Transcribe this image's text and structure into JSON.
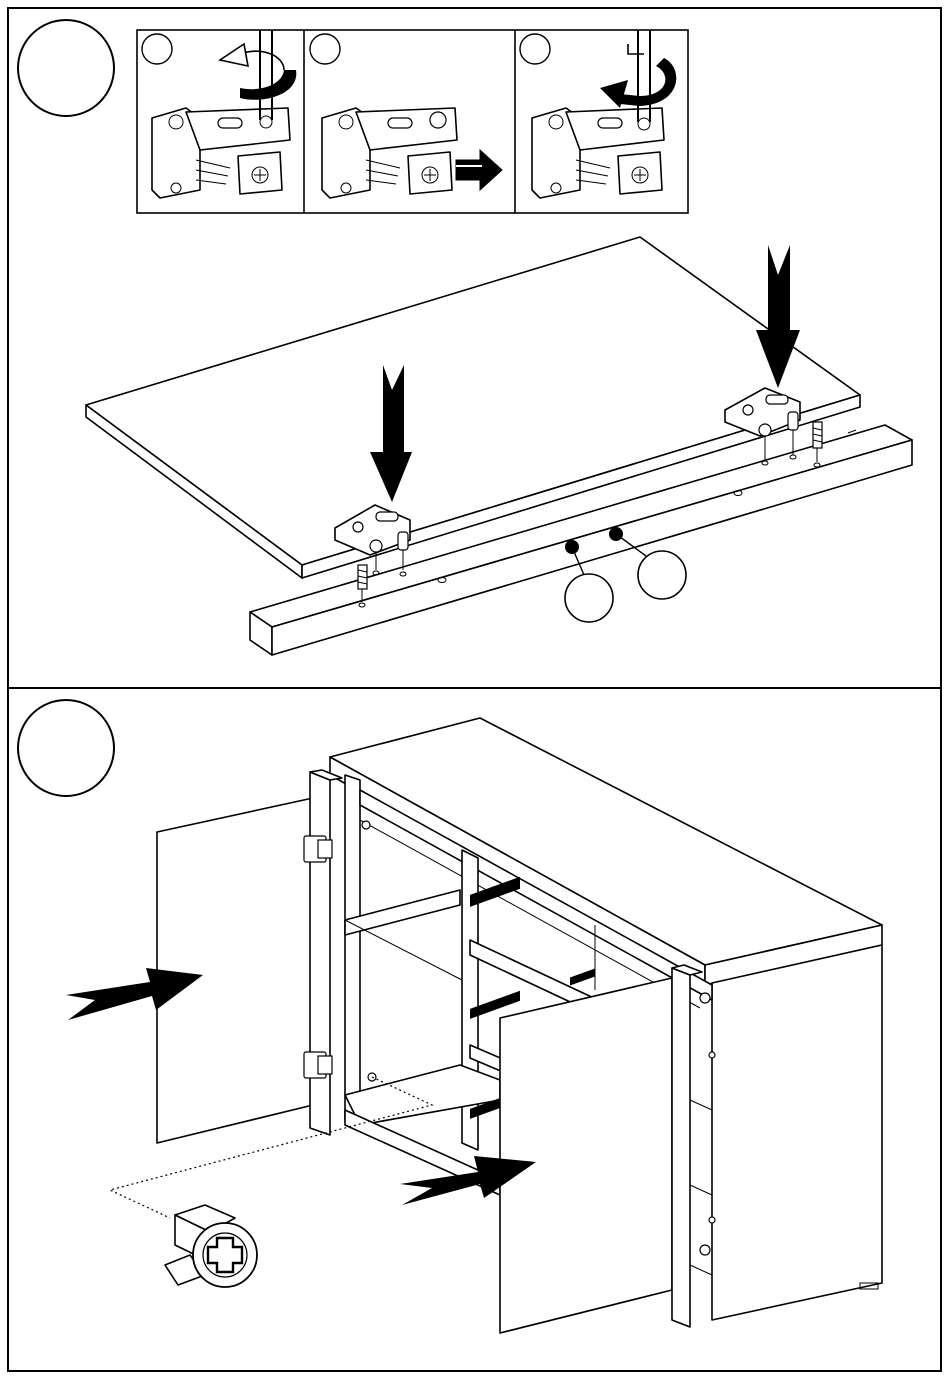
{
  "step_numbers": {
    "top": "",
    "bottom": ""
  },
  "callouts": {
    "part_a": "",
    "part_b": ""
  },
  "substep_numbers": [
    "",
    "",
    ""
  ],
  "icons": {
    "rotate_ccw": "rotate-counterclockwise-arrow",
    "rotate_cw": "rotate-clockwise-arrow",
    "push_arrow": "push-right-arrow",
    "down_arrow": "press-down-arrow",
    "hinge": "cabinet-hinge",
    "cam_lock": "cam-lock-fitting"
  }
}
